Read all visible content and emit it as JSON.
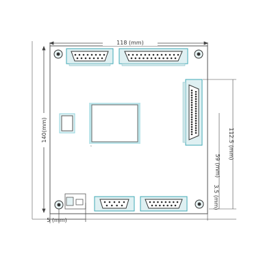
{
  "dimensions": {
    "top_width": "118 (mm)",
    "left_height": "140(mm)",
    "right_upper": "112.5 (mm)",
    "right_middle": "59 (mm)",
    "right_lower": "3.5 (mm)",
    "bottom_left": "5 (mm)"
  },
  "colors": {
    "board_outline": "#555555",
    "connector_fill": "#dff0f2",
    "connector_edge": "#3fa9b5",
    "pin": "#2c2c2c",
    "chip_fill": "#ffffff",
    "chip_glow": "#8fd3dc",
    "dimension_line": "#444444"
  }
}
